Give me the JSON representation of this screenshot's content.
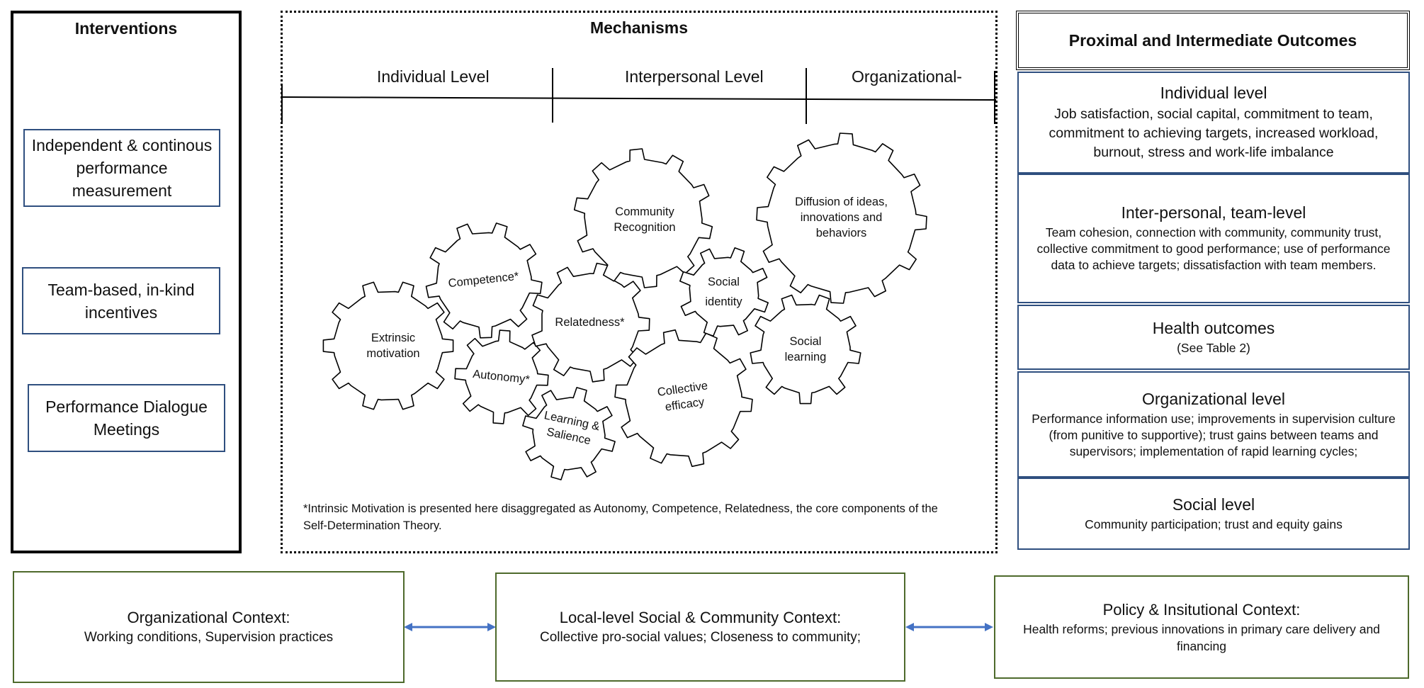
{
  "interventions": {
    "title": "Interventions",
    "items": [
      {
        "label": "Independent & continous performance measurement"
      },
      {
        "label": "Team-based, in-kind incentives"
      },
      {
        "label": "Performance Dialogue Meetings"
      }
    ]
  },
  "mechanisms": {
    "title": "Mechanisms",
    "levels": [
      "Individual Level",
      "Interpersonal Level",
      "Organizational-"
    ],
    "gears": [
      {
        "label": "Extrinsic motivation"
      },
      {
        "label": "Competence*"
      },
      {
        "label": "Autonomy*"
      },
      {
        "label": "Learning & Salience"
      },
      {
        "label": "Relatedness*"
      },
      {
        "label": "Community Recognition"
      },
      {
        "label": "Collective efficacy"
      },
      {
        "label": "Social identity"
      },
      {
        "label": "Diffusion of ideas, innovations and behaviors"
      },
      {
        "label": "Social learning"
      }
    ],
    "footnote": "*Intrinsic Motivation is presented here disaggregated as Autonomy, Competence, Relatedness, the core components of the Self-Determination Theory."
  },
  "outcomes": {
    "title": "Proximal and Intermediate Outcomes",
    "sections": [
      {
        "heading": "Individual level",
        "body": "Job satisfaction, social capital, commitment to team, commitment to achieving targets, increased workload, burnout, stress and work-life imbalance"
      },
      {
        "heading": "Inter-personal, team-level",
        "body": "Team cohesion, connection with community, community trust, collective commitment to good performance; use of performance data to achieve targets; dissatisfaction with team members."
      },
      {
        "heading": "Health outcomes",
        "body": "(See Table 2)"
      },
      {
        "heading": "Organizational level",
        "body": "Performance information use; improvements in supervision culture (from punitive to supportive); trust gains between teams and supervisors; implementation of rapid learning cycles;"
      },
      {
        "heading": "Social level",
        "body": "Community participation; trust and equity gains"
      }
    ]
  },
  "context": [
    {
      "heading": "Organizational Context:",
      "body": "Working conditions, Supervision practices"
    },
    {
      "heading": "Local-level Social & Community Context:",
      "body": "Collective pro-social values; Closeness to community;"
    },
    {
      "heading": "Policy & Insitutional Context:",
      "body": "Health reforms; previous innovations in primary care delivery and financing"
    }
  ],
  "colors": {
    "box_border": "#2f4f7f",
    "context_border": "#4e6a2c",
    "arrow": "#4472c4"
  }
}
